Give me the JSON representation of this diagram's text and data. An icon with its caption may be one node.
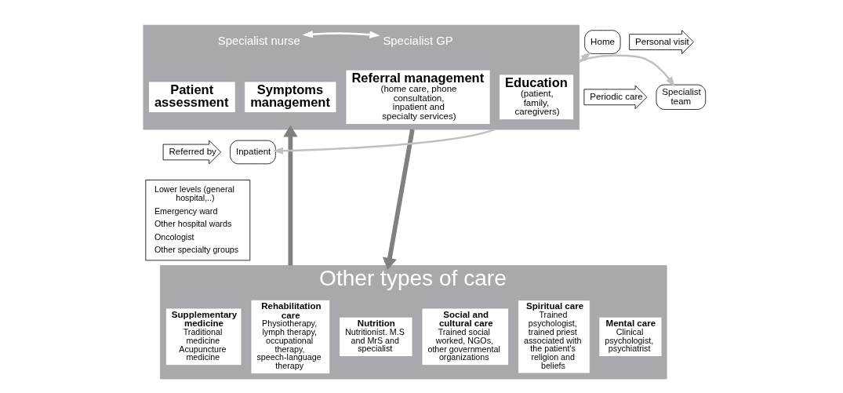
{
  "diagram": {
    "nodes": [
      {
        "text": [],
        "shape": "box"
      },
      {
        "text": [
          "Specialist nurse"
        ],
        "in": 0
      },
      {
        "text": [
          "Specialist GP"
        ],
        "in": 0
      },
      {
        "text": [
          "Patient assessment"
        ],
        "in": 0
      },
      {
        "text": [
          "Symptoms management"
        ],
        "in": 0
      },
      {
        "text": [
          "Referral management",
          "(home care, phone consultation, inpatient and specialty services)"
        ],
        "in": 0
      },
      {
        "text": [
          "Education",
          "(patient, family, caregivers)"
        ],
        "in": 0
      },
      {
        "text": [
          "Personal visit"
        ]
      },
      {
        "text": [
          "Periodic care"
        ]
      },
      {
        "text": [
          "Referred by"
        ]
      },
      {
        "text": [
          "Lower levels (general hospital,..)",
          "Emergency ward",
          "Other hospital wards",
          "Oncologist",
          "Other specialty groups"
        ]
      },
      {
        "text": [
          "Home"
        ]
      },
      {
        "text": [
          "Specialist team"
        ]
      },
      {
        "text": [
          "Inpatient"
        ]
      },
      {
        "text": [
          "Other types of care"
        ]
      },
      {
        "text": [
          "Supplementary medicine",
          "Traditional medicine",
          "Acupuncture medicine"
        ],
        "in": 14
      },
      {
        "text": [
          "Rehabilitation care",
          "Physiotherapy, lymph therapy, occupational therapy, speech-language therapy"
        ],
        "in": 14
      },
      {
        "text": [
          "Nutrition",
          "Nutritionist. M.S and MrS and specialist"
        ],
        "in": 14
      },
      {
        "text": [
          "Social and cultural care",
          "Trained social worked, NGOs, other governmental organizations"
        ],
        "in": 14
      },
      {
        "text": [
          "Spiritual care",
          "Trained psychologist, trained priest associated with the patient's religion and beliefs"
        ],
        "in": 14
      },
      {
        "text": [
          "Mental care",
          "Clinical psychologist, psychiatrist"
        ],
        "in": 14
      }
    ],
    "edges": [
      {
        "from": 1,
        "to": 2,
        "arrow": "both",
        "color": "#ffffff"
      },
      {
        "from": 0,
        "to": 11,
        "arrow": "to"
      },
      {
        "from": 0,
        "to": 12,
        "arrow": "to"
      },
      {
        "from": 0,
        "to": 13,
        "arrow": "to"
      },
      {
        "from": 14,
        "to": 0,
        "arrow": "to",
        "style": "thick",
        "color": "#808080"
      },
      {
        "from": 0,
        "to": 14,
        "arrow": "to",
        "style": "thick",
        "color": "#808080"
      }
    ]
  }
}
